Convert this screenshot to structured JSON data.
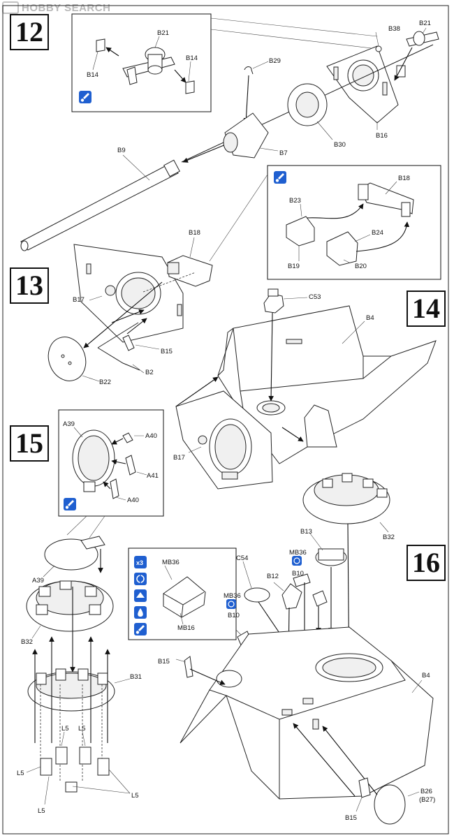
{
  "watermark": "HOBBY SEARCH",
  "steps": [
    "12",
    "13",
    "14",
    "15",
    "16"
  ],
  "icons": {
    "step12_callout": "paint-icon",
    "step13_callout": "paint-icon",
    "step15_callout": "paint-icon",
    "step16_callout": [
      "x3-quantity-icon",
      "symmetric-icon",
      "up-direction-icon",
      "glue-icon",
      "paint-icon"
    ]
  },
  "icon_text": {
    "x3": "x3"
  },
  "labels": {
    "s12": {
      "b21_callout": "B21",
      "b14_left": "B14",
      "b14_right": "B14",
      "b38": "B38",
      "b21": "B21",
      "b29": "B29",
      "b16": "B16",
      "b30": "B30",
      "b7": "B7",
      "b9": "B9"
    },
    "s13": {
      "b18": "B18",
      "b17": "B17",
      "b15": "B15",
      "b2": "B2",
      "b22": "B22",
      "c_b18": "B18",
      "c_b23": "B23",
      "c_b24": "B24",
      "c_b19": "B19",
      "c_b20": "B20"
    },
    "s14": {
      "c53": "C53",
      "b4": "B4",
      "b17": "B17"
    },
    "s15": {
      "a39_callout": "A39",
      "a40_top": "A40",
      "a41": "A41",
      "a40_bottom": "A40",
      "a39": "A39",
      "b32": "B32",
      "b31": "B31",
      "l5_a": "L5",
      "l5_b": "L5",
      "l5_c": "L5",
      "l5_d": "L5",
      "l5_e": "L5"
    },
    "s16": {
      "b32": "B32",
      "b13": "B13",
      "mb36_callout": "MB36",
      "mb16_callout": "MB16",
      "mb36_a": "MB36",
      "b10_a": "B10",
      "c54": "C54",
      "b12": "B12",
      "mb36_b": "MB36",
      "b10_b": "B10",
      "b15_top": "B15",
      "b4": "B4",
      "b26": "B26",
      "b27": "(B27)",
      "b15_bottom": "B15"
    }
  }
}
